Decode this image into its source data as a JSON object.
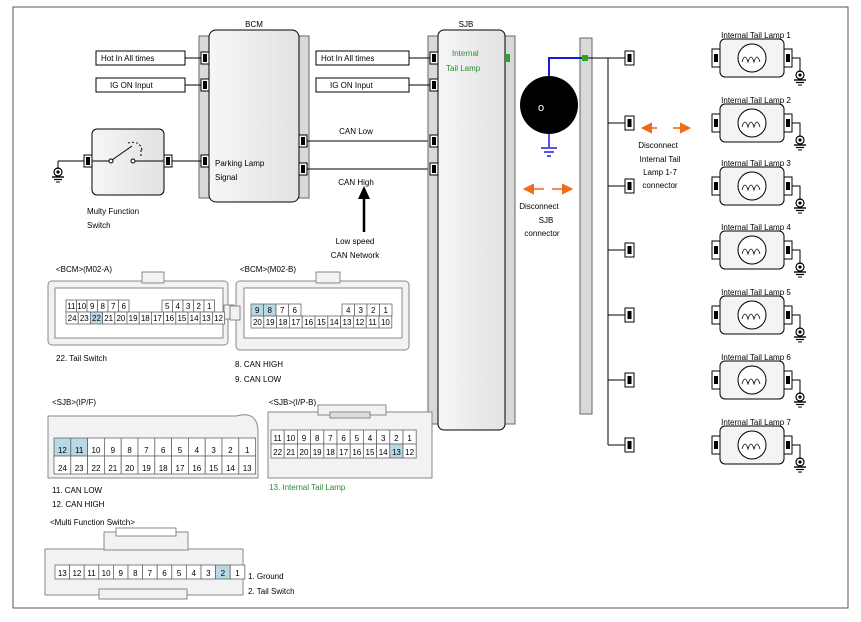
{
  "modules": {
    "bcm": "BCM",
    "sjb": "SJB",
    "parking_line1": "Parking Lamp",
    "parking_line2": "Signal",
    "internal_line1": "Internal",
    "internal_line2": "Tail Lamp"
  },
  "inputs": {
    "hot_all_times": "Hot In All times",
    "ig_on": "IG ON Input"
  },
  "switch": {
    "label_line1": "Multy Function",
    "label_line2": "Switch"
  },
  "can": {
    "can_low": "CAN Low",
    "can_high": "CAN High",
    "network_line1": "Low speed",
    "network_line2": "CAN Network"
  },
  "disconnect_sjb": [
    "Disconnect",
    "SJB",
    "connector"
  ],
  "disconnect_lamp": [
    "Disconnect",
    "Internal Tail",
    "Lamp 1-7",
    "connector"
  ],
  "lamps": [
    "Internal Tail Lamp 1",
    "Internal Tail Lamp 2",
    "Internal Tail Lamp 3",
    "Internal Tail Lamp 4",
    "Internal Tail Lamp 5",
    "Internal Tail Lamp 6",
    "Internal Tail Lamp 7"
  ],
  "connectors": {
    "m02a": {
      "title": "<BCM>(M02-A)",
      "top": [
        "11",
        "10",
        "9",
        "8",
        "7",
        "6",
        "5",
        "4",
        "3",
        "2",
        "1"
      ],
      "bottom": [
        "24",
        "23",
        "22",
        "21",
        "20",
        "19",
        "18",
        "17",
        "16",
        "15",
        "14",
        "13",
        "12"
      ],
      "note": "22. Tail Switch"
    },
    "m02b": {
      "title": "<BCM>(M02-B)",
      "top": [
        "9",
        "8",
        "7",
        "6",
        "4",
        "3",
        "2",
        "1"
      ],
      "bottom": [
        "20",
        "19",
        "18",
        "17",
        "16",
        "15",
        "14",
        "13",
        "12",
        "11",
        "10"
      ],
      "note1": "8. CAN HIGH",
      "note2": "9. CAN LOW"
    },
    "ipf": {
      "title": "<SJB>(IP/F)",
      "top": [
        "12",
        "11",
        "10",
        "9",
        "8",
        "7",
        "6",
        "5",
        "4",
        "3",
        "2",
        "1"
      ],
      "bottom": [
        "24",
        "23",
        "22",
        "21",
        "20",
        "19",
        "18",
        "17",
        "16",
        "15",
        "14",
        "13"
      ],
      "note1": "11. CAN LOW",
      "note2": "12. CAN HIGH"
    },
    "ipb": {
      "title": "<SJB>(I/P-B)",
      "top": [
        "11",
        "10",
        "9",
        "8",
        "7",
        "6",
        "5",
        "4",
        "3",
        "2",
        "1"
      ],
      "bottom": [
        "22",
        "21",
        "20",
        "19",
        "18",
        "17",
        "16",
        "15",
        "14",
        "13",
        "12"
      ],
      "note": "13. Internal Tail Lamp"
    },
    "mfs": {
      "title": "<Multi Function Switch>",
      "pins": [
        "13",
        "12",
        "11",
        "10",
        "9",
        "8",
        "7",
        "6",
        "5",
        "4",
        "3",
        "2",
        "1"
      ],
      "note1": "1. Ground",
      "note2": "2. Tail Switch"
    }
  },
  "colors": {
    "highlight": "#b7d8e4",
    "green_text": "#2e8b2e",
    "orange_arrow": "#ef6a1a",
    "blue_wire": "#1a1adf",
    "module_fill": "#ebebeb"
  }
}
